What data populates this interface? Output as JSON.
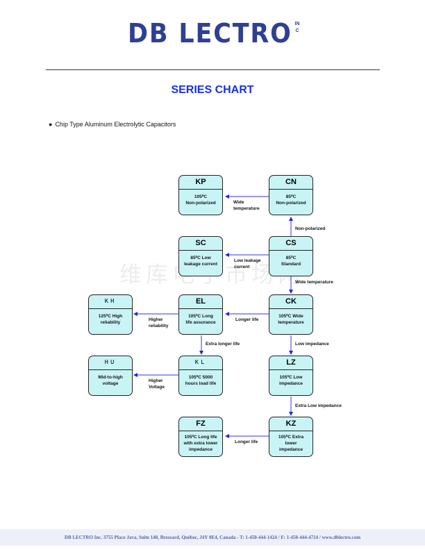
{
  "logo": {
    "name": "DB LECTRO",
    "suffix": "INC"
  },
  "title": "SERIES CHART",
  "bullet": {
    "icon": "bullet-dot",
    "text": "Chip Type Aluminum Electrolytic Capacitors"
  },
  "watermark": "维库电子市场网",
  "boxes": {
    "KP": {
      "code": "KP",
      "desc": [
        "105⁰C",
        "Non-polarized"
      ]
    },
    "CN": {
      "code": "CN",
      "desc": [
        "85⁰C",
        "Non-polarized"
      ]
    },
    "SC": {
      "code": "SC",
      "desc": [
        "85⁰C Low",
        "leakage current"
      ]
    },
    "CS": {
      "code": "CS",
      "desc": [
        "85⁰C",
        "Standard"
      ]
    },
    "KH": {
      "code": "KH",
      "desc": [
        "125⁰C High",
        "reliability"
      ]
    },
    "EL": {
      "code": "EL",
      "desc": [
        "105⁰C Long",
        "life assurance"
      ]
    },
    "CK": {
      "code": "CK",
      "desc": [
        "105⁰C Wide",
        "temperature"
      ]
    },
    "HU": {
      "code": "HU",
      "desc": [
        "Mid-to-high",
        "voltage"
      ]
    },
    "KL": {
      "code": "KL",
      "desc": [
        "105⁰C 5000",
        "hours load life"
      ]
    },
    "LZ": {
      "code": "LZ",
      "desc": [
        "105⁰C Low",
        "impedance"
      ]
    },
    "FZ": {
      "code": "FZ",
      "desc": [
        "105⁰C Long life",
        "with extra lower",
        "impedance"
      ]
    },
    "KZ": {
      "code": "KZ",
      "desc": [
        "105⁰C Extra",
        "lower",
        "impedance"
      ]
    }
  },
  "edges": {
    "cn_kp": [
      "Wide",
      "temperature"
    ],
    "cs_cn": "Non-polarized",
    "cs_sc": [
      "Low leakage",
      "current"
    ],
    "cs_ck": "Wide temperature",
    "ck_el": "Longer life",
    "el_kh": [
      "Higher",
      "reliability"
    ],
    "el_kl": "Extra longer life",
    "kl_hu": [
      "Higher",
      "Voltage"
    ],
    "ck_lz": "Low impedance",
    "lz_kz": "Extra Low impedance",
    "kz_fz": "Longer life"
  },
  "footer": "DB LECTRO  Inc. 3755 Place Java, Suite 140, Brossard, Québec, J4Y 0E4, Canada - T: 1-450-444-1424 / F: 1-450-444-4714 / www.dblectro.com",
  "colors": {
    "logo": "#2e3f94",
    "title": "#1a2fe0",
    "box_fill": "#c9f4f6",
    "arrow": "#2222ee"
  }
}
